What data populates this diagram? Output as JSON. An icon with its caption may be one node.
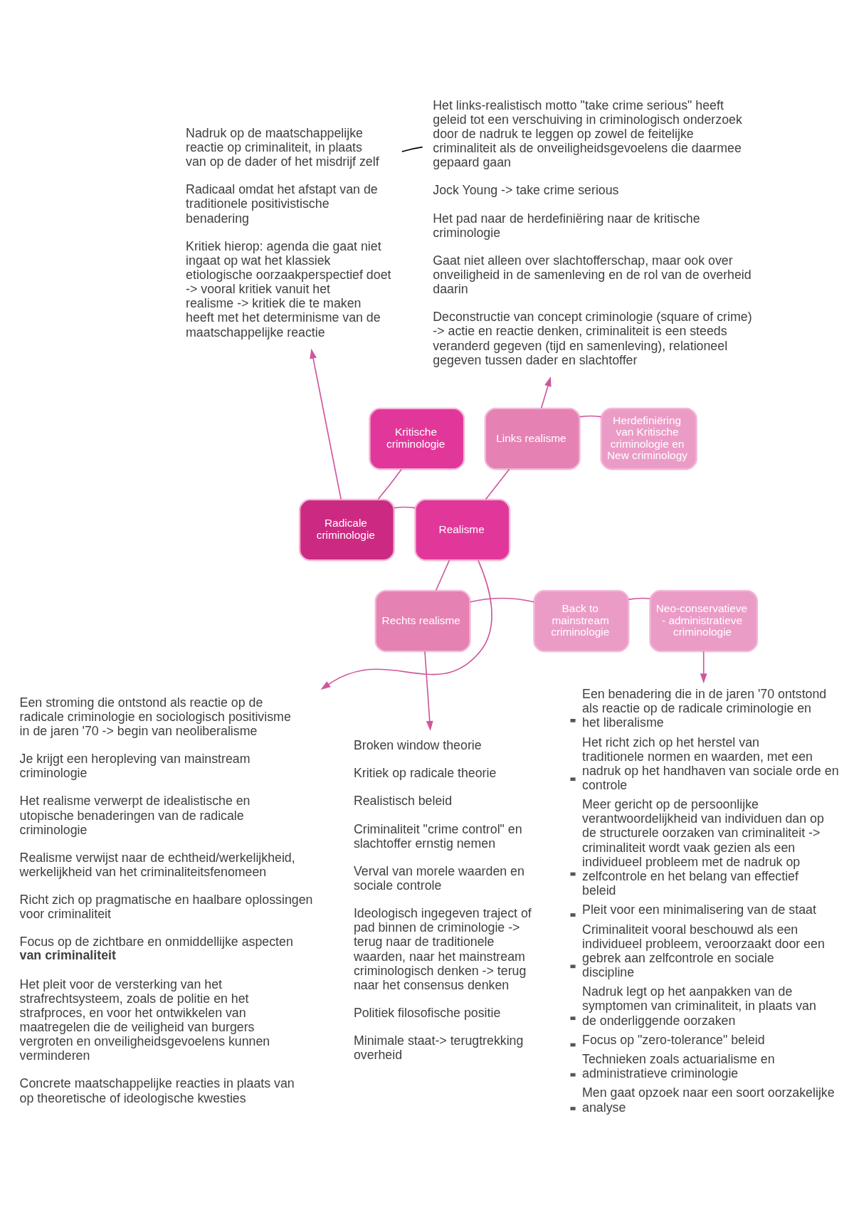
{
  "diagram": {
    "nodes": [
      {
        "text": [
          "Nadruk op de maatschappelijke reactie op criminaliteit, in plaats van op de dader of het misdrijf zelf",
          "Radicaal omdat het afstapt van de traditionele positivistische benadering",
          "Kritiek hierop: agenda die gaat niet ingaat op wat het klassiek etiologische oorzaakperspectief doet -> vooral kritiek vanuit het realisme -> kritiek die te maken heeft met het determinisme van de maatschappelijke reactie"
        ]
      },
      {
        "text": [
          "Het links-realistisch motto \"take crime serious\" heeft geleid tot een verschuiving in criminologisch onderzoek door de nadruk te leggen op zowel de feitelijke criminaliteit als de onveiligheidsgevoelens die daarmee gepaard gaan",
          "Jock Young -> take crime serious",
          "Het pad naar de herdefiniëring naar de kritische criminologie",
          "Gaat niet alleen over slachtofferschap, maar ook over onveiligheid in de samenleving en de rol van de overheid daarin",
          "Deconstructie van concept criminologie (square of crime) -> actie en reactie denken, criminaliteit is een steeds veranderd gegeven (tijd en samenleving), relationeel gegeven tussen dader en slachtoffer"
        ]
      },
      {
        "text": [
          "Radicale criminologie"
        ]
      },
      {
        "text": [
          "Kritische criminologie"
        ]
      },
      {
        "text": [
          "Realisme"
        ]
      },
      {
        "text": [
          "Links realisme"
        ]
      },
      {
        "text": [
          "Herdefiniëring van Kritische criminologie en New criminology"
        ]
      },
      {
        "text": [
          "Rechts realisme"
        ]
      },
      {
        "text": [
          "Back to mainstream criminologie"
        ]
      },
      {
        "text": [
          "Neo-conservatieve - administratieve criminologie"
        ]
      },
      {
        "text": [
          "Een stroming die ontstond als reactie op de radicale criminologie en sociologisch positivisme in de jaren '70 -> begin van neoliberalisme",
          "Je krijgt een heropleving van mainstream criminologie",
          "Het realisme verwerpt de idealistische en utopische benaderingen van de radicale criminologie",
          "Realisme verwijst naar de echtheid/werkelijkheid, werkelijkheid van het criminaliteitsfenomeen",
          "Richt zich op pragmatische en haalbare oplossingen voor criminaliteit",
          "Focus op de zichtbare en onmiddellijke aspecten **van criminaliteit**",
          "Het pleit voor de versterking van het strafrechtsysteem, zoals de politie en het strafproces, en voor het ontwikkelen van maatregelen die de veiligheid van burgers vergroten en onveiligheidsgevoelens kunnen verminderen",
          "Concrete maatschappelijke reacties in plaats van op theoretische of ideologische kwesties"
        ]
      },
      {
        "text": [
          "Broken window theorie",
          "Kritiek op radicale theorie",
          "Realistisch beleid",
          "Criminaliteit \"crime control\" en slachtoffer ernstig nemen",
          "Verval van morele waarden en sociale controle",
          "Ideologisch ingegeven traject of pad binnen de criminologie -> terug naar de traditionele waarden, naar het mainstream criminologisch denken -> terug naar het consensus denken",
          "Politiek filosofische positie",
          "Minimale staat-> terugtrekking overheid"
        ]
      },
      {
        "text": [
          "Een benadering die in de jaren '70 ontstond als reactie op de radicale criminologie en het liberalisme",
          "Het richt zich op het herstel van traditionele normen en waarden, met een nadruk op het handhaven van sociale orde en controle",
          "Meer gericht op de persoonlijke verantwoordelijkheid van individuen dan op de structurele oorzaken van criminaliteit -> criminaliteit wordt vaak gezien als een individueel probleem met de nadruk op zelfcontrole en het belang van effectief beleid",
          "Pleit voor een minimalisering van de staat",
          "Criminaliteit vooral beschouwd als een individueel probleem, veroorzaakt door een gebrek aan zelfcontrole en sociale discipline",
          "Nadruk legt op het aanpakken van de symptomen van criminaliteit, in plaats van de onderliggende oorzaken",
          "Focus op \"zero-tolerance\" beleid",
          "Technieken zoals actuarialisme en administratieve criminologie",
          "Men gaat opzoek naar een soort oorzakelijke analyse"
        ]
      }
    ],
    "edges": [
      {
        "from": 2,
        "to": 0,
        "arrow": "to"
      },
      {
        "from": 2,
        "to": 3,
        "arrow": "none"
      },
      {
        "from": 2,
        "to": 4,
        "arrow": "none"
      },
      {
        "from": 5,
        "to": 1,
        "arrow": "to"
      },
      {
        "from": 4,
        "to": 5,
        "arrow": "none"
      },
      {
        "from": 4,
        "to": 7,
        "arrow": "none"
      },
      {
        "from": 5,
        "to": 6,
        "arrow": "none"
      },
      {
        "from": 7,
        "to": 8,
        "arrow": "none"
      },
      {
        "from": 8,
        "to": 9,
        "arrow": "none"
      },
      {
        "from": 4,
        "to": 10,
        "arrow": "to"
      },
      {
        "from": 7,
        "to": 11,
        "arrow": "to"
      },
      {
        "from": 9,
        "to": 12,
        "arrow": "to"
      },
      {
        "from": 0,
        "to": 1,
        "arrow": "none",
        "color": "#000000"
      }
    ]
  }
}
